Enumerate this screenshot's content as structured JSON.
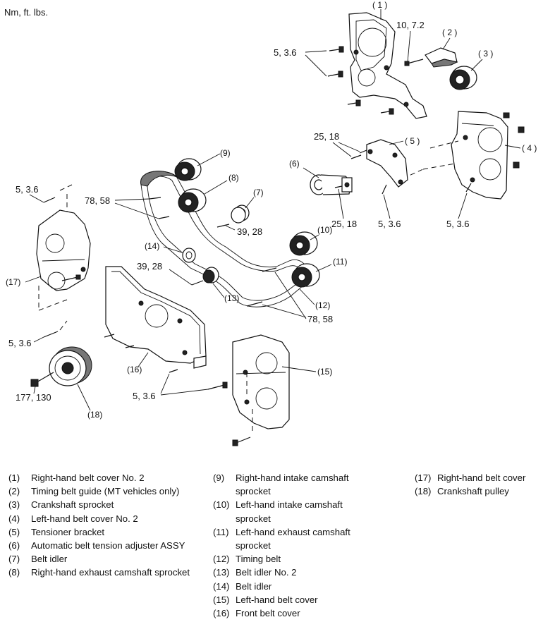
{
  "unit_note": "Nm, ft. lbs.",
  "callouts": {
    "n1": "( 1 )",
    "n2": "( 2 )",
    "n3": "( 3 )",
    "n4": "( 4 )",
    "n5": "( 5 )",
    "n6": "(6)",
    "n7": "(7)",
    "n8": "(8)",
    "n9": "(9)",
    "n10": "(10)",
    "n11": "(11)",
    "n12": "(12)",
    "n13": "(13)",
    "n14": "(14)",
    "n15": "(15)",
    "n16": "(16)",
    "n17": "(17)",
    "n18": "(18)"
  },
  "torques": {
    "t_10_72": "10, 7.2",
    "t_5_36_a": "5, 3.6",
    "t_25_18_a": "25, 18",
    "t_25_18_b": "25, 18",
    "t_5_36_b": "5, 3.6",
    "t_5_36_c": "5, 3.6",
    "t_5_36_d": "5, 3.6",
    "t_78_58_a": "78, 58",
    "t_39_28_a": "39, 28",
    "t_39_28_b": "39, 28",
    "t_78_58_b": "78, 58",
    "t_5_36_e": "5, 3.6",
    "t_5_36_f": "5, 3.6",
    "t_177_130": "177, 130"
  },
  "legend": {
    "col1": [
      {
        "num": "(1)",
        "text": "Right-hand belt cover No. 2"
      },
      {
        "num": "(2)",
        "text": "Timing belt guide (MT vehicles only)"
      },
      {
        "num": "(3)",
        "text": "Crankshaft sprocket"
      },
      {
        "num": "(4)",
        "text": "Left-hand belt cover No. 2"
      },
      {
        "num": "(5)",
        "text": "Tensioner bracket"
      },
      {
        "num": "(6)",
        "text": "Automatic belt tension adjuster ASSY"
      },
      {
        "num": "(7)",
        "text": "Belt idler"
      },
      {
        "num": "(8)",
        "text": "Right-hand exhaust camshaft sprocket"
      }
    ],
    "col2": [
      {
        "num": "(9)",
        "text": "Right-hand intake camshaft sprocket"
      },
      {
        "num": "(10)",
        "text": "Left-hand intake camshaft sprocket"
      },
      {
        "num": "(11)",
        "text": "Left-hand exhaust camshaft sprocket"
      },
      {
        "num": "(12)",
        "text": "Timing belt"
      },
      {
        "num": "(13)",
        "text": "Belt idler No. 2"
      },
      {
        "num": "(14)",
        "text": "Belt idler"
      },
      {
        "num": "(15)",
        "text": "Left-hand belt cover"
      },
      {
        "num": "(16)",
        "text": "Front belt cover"
      }
    ],
    "col3": [
      {
        "num": "(17)",
        "text": "Right-hand belt cover"
      },
      {
        "num": "(18)",
        "text": "Crankshaft pulley"
      }
    ]
  }
}
